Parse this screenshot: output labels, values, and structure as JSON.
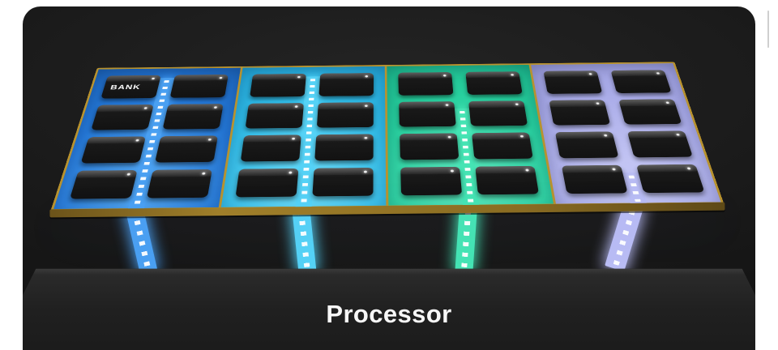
{
  "scene": {
    "bank_label": "BANK",
    "processor_label": "Processor",
    "frame_color": "#b8922e",
    "card_background": "#161616",
    "page_background": "#ffffff"
  },
  "chip_grid": {
    "rows": 4,
    "cols": 2
  },
  "banks": [
    {
      "name": "bank-group-blue",
      "chips": 8,
      "color": "#2478d8",
      "color_dark": "#175aa8",
      "color_light": "#55a8f0",
      "ribbon_color": "#4aa0f2"
    },
    {
      "name": "bank-group-cyan",
      "chips": 8,
      "color": "#30bce8",
      "color_dark": "#1893c8",
      "color_light": "#6fdcf8",
      "ribbon_color": "#55d2f6"
    },
    {
      "name": "bank-group-green",
      "chips": 8,
      "color": "#27cf9e",
      "color_dark": "#12a87c",
      "color_light": "#5fe9c0",
      "ribbon_color": "#45e4b4"
    },
    {
      "name": "bank-group-lavender",
      "chips": 8,
      "color": "#a9abe8",
      "color_dark": "#8d8fd0",
      "color_light": "#c9cbf6",
      "ribbon_color": "#b9bcf4"
    }
  ]
}
